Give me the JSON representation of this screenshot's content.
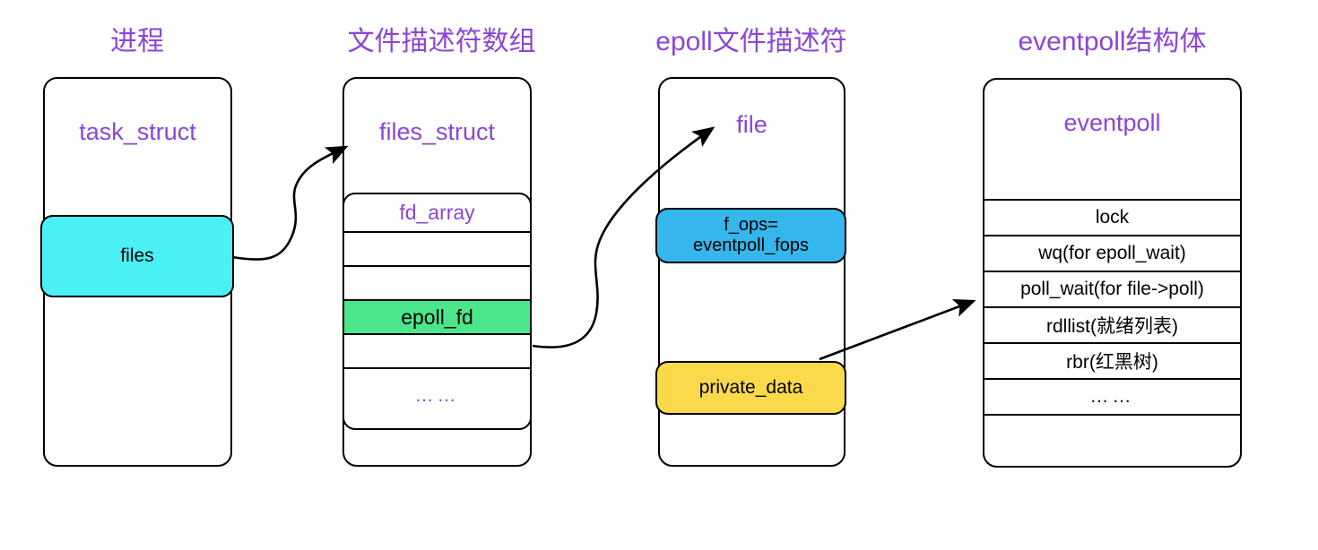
{
  "diagram": {
    "title_color": "#8B46D4",
    "columns": [
      {
        "header": "进程",
        "struct_name": "task_struct",
        "members": [
          {
            "label": "files",
            "color": "#4BF0F5"
          }
        ]
      },
      {
        "header": "文件描述符数组",
        "struct_name": "files_struct",
        "table": {
          "title": "fd_array",
          "rows": [
            {
              "label": "fd_array",
              "style": "purple"
            },
            {
              "label": "",
              "style": "empty"
            },
            {
              "label": "",
              "style": "empty"
            },
            {
              "label": "epoll_fd",
              "style": "green",
              "color": "#4BE68C"
            },
            {
              "label": "",
              "style": "empty"
            },
            {
              "label": "……",
              "style": "dots-purple"
            }
          ]
        }
      },
      {
        "header": "epoll文件描述符",
        "struct_name": "file",
        "members": [
          {
            "label": "f_ops=\neventpoll_fops",
            "line1": "f_ops=",
            "line2": "eventpoll_fops",
            "color": "#35B6EC"
          },
          {
            "label": "private_data",
            "color": "#FAD94B"
          }
        ]
      },
      {
        "header": "eventpoll结构体",
        "struct_name": "eventpoll",
        "fields": [
          "lock",
          "wq(for epoll_wait)",
          "poll_wait(for file->poll)",
          "rdllist(就绪列表)",
          "rbr(红黑树)",
          "……",
          ""
        ]
      }
    ],
    "arrows": [
      {
        "name": "files-to-files_struct",
        "from": "files",
        "to": "files_struct"
      },
      {
        "name": "epoll_fd-to-file",
        "from": "epoll_fd",
        "to": "file"
      },
      {
        "name": "private_data-to-eventpoll",
        "from": "private_data",
        "to": "eventpoll"
      }
    ]
  }
}
